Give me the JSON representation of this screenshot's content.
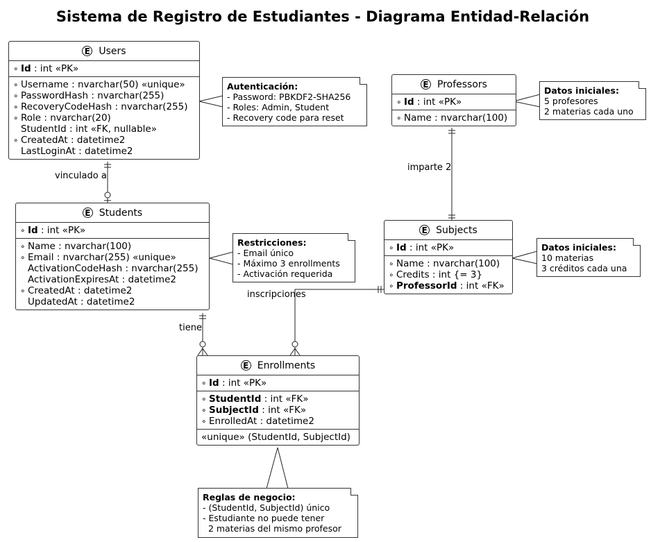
{
  "title": "Sistema de Registro de Estudiantes - Diagrama Entidad-Relación",
  "entities": {
    "users": {
      "name": "Users",
      "pk": [
        {
          "m": "o",
          "n": "Id",
          "bold": true,
          "t": " : int «PK»"
        }
      ],
      "attrs": [
        {
          "m": "o",
          "n": "Username",
          "t": " : nvarchar(50) «unique»"
        },
        {
          "m": "o",
          "n": "PasswordHash",
          "t": " : nvarchar(255)"
        },
        {
          "m": "o",
          "n": "RecoveryCodeHash",
          "t": " : nvarchar(255)"
        },
        {
          "m": "o",
          "n": "Role",
          "t": " : nvarchar(20)"
        },
        {
          "m": "",
          "n": "StudentId",
          "t": " : int «FK, nullable»"
        },
        {
          "m": "o",
          "n": "CreatedAt",
          "t": " : datetime2"
        },
        {
          "m": "",
          "n": "LastLoginAt",
          "t": " : datetime2"
        }
      ]
    },
    "professors": {
      "name": "Professors",
      "pk": [
        {
          "m": "o",
          "n": "Id",
          "bold": true,
          "t": " : int «PK»"
        }
      ],
      "attrs": [
        {
          "m": "o",
          "n": "Name",
          "t": " : nvarchar(100)"
        }
      ]
    },
    "students": {
      "name": "Students",
      "pk": [
        {
          "m": "o",
          "n": "Id",
          "bold": true,
          "t": " : int «PK»"
        }
      ],
      "attrs": [
        {
          "m": "o",
          "n": "Name",
          "t": " : nvarchar(100)"
        },
        {
          "m": "o",
          "n": "Email",
          "t": " : nvarchar(255) «unique»"
        },
        {
          "m": "",
          "n": "ActivationCodeHash",
          "t": " : nvarchar(255)"
        },
        {
          "m": "",
          "n": "ActivationExpiresAt",
          "t": " : datetime2"
        },
        {
          "m": "o",
          "n": "CreatedAt",
          "t": " : datetime2"
        },
        {
          "m": "",
          "n": "UpdatedAt",
          "t": " : datetime2"
        }
      ]
    },
    "subjects": {
      "name": "Subjects",
      "pk": [
        {
          "m": "o",
          "n": "Id",
          "bold": true,
          "t": " : int «PK»"
        }
      ],
      "attrs": [
        {
          "m": "o",
          "n": "Name",
          "t": " : nvarchar(100)"
        },
        {
          "m": "o",
          "n": "Credits",
          "t": " : int {= 3}"
        },
        {
          "m": "o",
          "n": "ProfessorId",
          "bold": true,
          "t": " : int «FK»"
        }
      ]
    },
    "enrollments": {
      "name": "Enrollments",
      "pk": [
        {
          "m": "o",
          "n": "Id",
          "bold": true,
          "t": " : int «PK»"
        }
      ],
      "attrs": [
        {
          "m": "o",
          "n": "StudentId",
          "bold": true,
          "t": " : int «FK»"
        },
        {
          "m": "o",
          "n": "SubjectId",
          "bold": true,
          "t": " : int «FK»"
        },
        {
          "m": "o",
          "n": "EnrolledAt",
          "t": " : datetime2"
        }
      ],
      "constraints": [
        {
          "m": "",
          "n": "«unique» (StudentId, SubjectId)",
          "t": ""
        }
      ]
    }
  },
  "notes": {
    "auth": {
      "title": "Autenticación:",
      "lines": [
        "- Password: PBKDF2-SHA256",
        "- Roles: Admin, Student",
        "- Recovery code para reset"
      ]
    },
    "prof": {
      "title": "Datos iniciales:",
      "lines": [
        "5 profesores",
        "2 materias cada uno"
      ]
    },
    "restr": {
      "title": "Restricciones:",
      "lines": [
        "- Email único",
        "- Máximo 3 enrollments",
        "- Activación requerida"
      ]
    },
    "subj": {
      "title": "Datos iniciales:",
      "lines": [
        "10 materias",
        "3 créditos cada una"
      ]
    },
    "rules": {
      "title": "Reglas de negocio:",
      "lines": [
        "- (StudentId, SubjectId) único",
        "- Estudiante no puede tener",
        "  2 materias del mismo profesor"
      ]
    }
  },
  "relations": {
    "users_students": "vinculado a",
    "professors_subjects": "imparte 2",
    "students_enrollments": "tiene",
    "subjects_enrollments": "inscripciones"
  },
  "entity_icon": "E",
  "field_marker": "∘"
}
